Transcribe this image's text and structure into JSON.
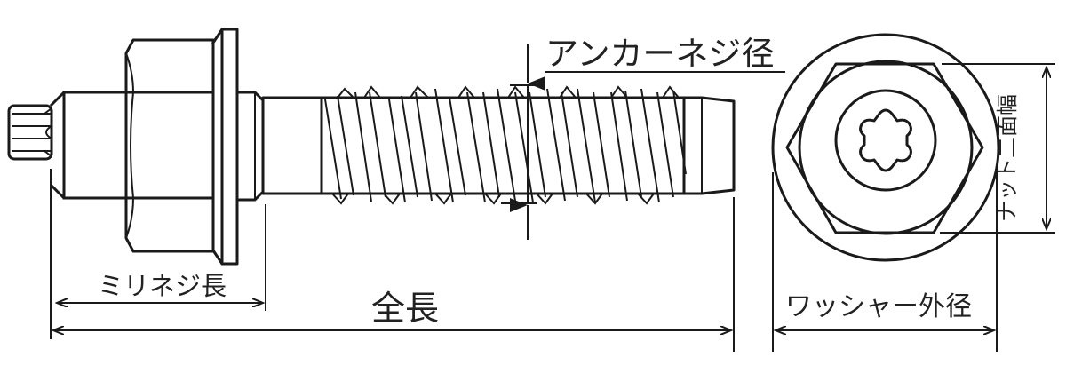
{
  "diagram": {
    "type": "technical-drawing",
    "subject": "anchor bolt with nut and washer",
    "line_color": "#1a1a1a",
    "background": "#ffffff",
    "views": [
      {
        "name": "side-view"
      },
      {
        "name": "end-view"
      }
    ]
  },
  "labels": {
    "anchor_thread_diameter": "アンカーネジ径",
    "metric_thread_length": "ミリネジ長",
    "total_length": "全長",
    "washer_outer_diameter": "ワッシャー外径",
    "nut_width_across_flats": "ナット二面幅"
  }
}
